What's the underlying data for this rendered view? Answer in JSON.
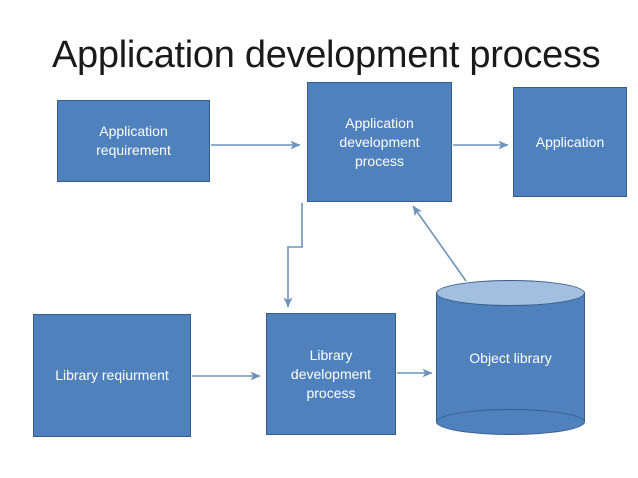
{
  "slide": {
    "title": "Application development process",
    "background_color": "#ffffff",
    "shape_fill_color": "#4f81bd",
    "shape_border_color": "#385d8a",
    "cylinder_top_color": "#a3bfdf",
    "connector_color": "#6e93bc",
    "text_color": "#ffffff",
    "title_color": "#1a1a1a"
  },
  "nodes": {
    "application_requirement": {
      "label": "Application\nrequirement",
      "line1": "Application",
      "line2": "requirement"
    },
    "application_development_process": {
      "label": "Application development process",
      "line1": "Application",
      "line2": "development",
      "line3": "process"
    },
    "application": {
      "label": "Application"
    },
    "library_requirement": {
      "label": "Library reqiurment"
    },
    "library_development_process": {
      "label": "Library development process",
      "line1": "Library",
      "line2": "development",
      "line3": "process"
    },
    "object_library": {
      "label": "Object library"
    }
  },
  "connectors": [
    {
      "name": "application-requirement-to-application-development-process",
      "type": "straight-arrow",
      "direction": "right"
    },
    {
      "name": "application-development-process-to-application",
      "type": "straight-arrow",
      "direction": "right"
    },
    {
      "name": "application-development-process-to-library-development-process",
      "type": "elbow-arrow",
      "direction": "down"
    },
    {
      "name": "library-requirement-to-library-development-process",
      "type": "straight-arrow",
      "direction": "right"
    },
    {
      "name": "library-development-process-to-object-library",
      "type": "straight-arrow",
      "direction": "right"
    },
    {
      "name": "object-library-to-application-development-process",
      "type": "diagonal-arrow",
      "direction": "up-left"
    }
  ]
}
